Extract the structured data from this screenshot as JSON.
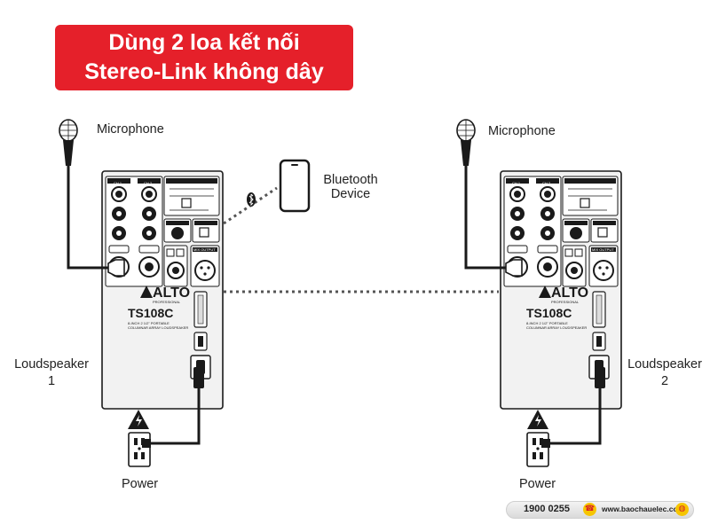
{
  "banner": {
    "line1": "Dùng 2 loa kết nối",
    "line2": "Stereo-Link không dây"
  },
  "labels": {
    "mic_left": "Microphone",
    "mic_right": "Microphone",
    "bluetooth_line1": "Bluetooth",
    "bluetooth_line2": "Device",
    "speaker1_line1": "Loudspeaker",
    "speaker1_line2": "1",
    "speaker2_line1": "Loudspeaker",
    "speaker2_line2": "2",
    "power_left": "Power",
    "power_right": "Power"
  },
  "panel": {
    "brand": "ALTO",
    "brand_sub": "PROFESSIONAL",
    "model": "TS108C",
    "desc_line1": "8-INCH 2 1/2\" PORTABLE",
    "desc_line2": "COLUMNAR ARRAY LOUDSPEAKER",
    "ch1": "CH 1",
    "ch2": "CH 2",
    "mix_output": "MIX OUTPUT"
  },
  "footer": {
    "phone": "1900 0255",
    "website": "www.baochauelec.com"
  },
  "colors": {
    "banner": "#e5202a",
    "line": "#1a1a1a",
    "panel_fill": "#f2f2f2"
  }
}
